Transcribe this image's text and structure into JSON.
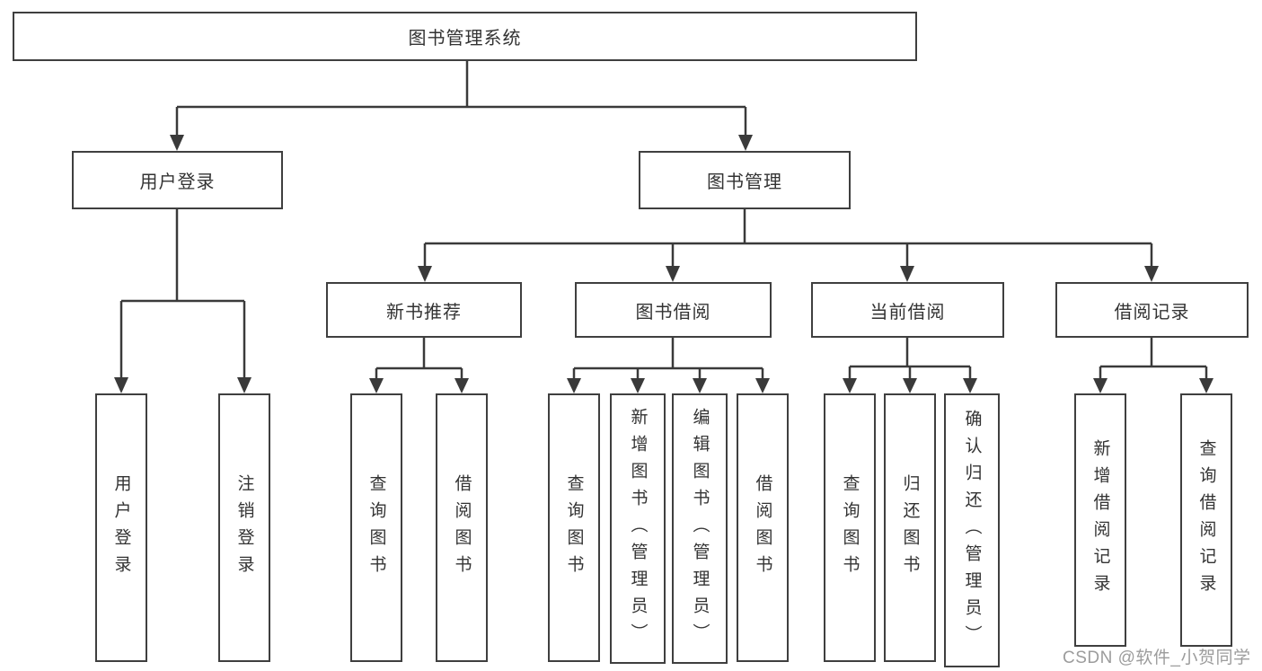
{
  "diagram": {
    "title": "图书管理系统",
    "colors": {
      "line": "#3a3a3a",
      "border": "#3f3f3f",
      "text": "#333333",
      "background": "#ffffff",
      "watermark": "#9c9c9c"
    },
    "watermark": "CSDN @软件_小贺同学"
  },
  "nodes": {
    "root": {
      "label": "图书管理系统"
    },
    "user_login": {
      "label": "用户登录"
    },
    "book_mgmt": {
      "label": "图书管理"
    },
    "new_book_rec": {
      "label": "新书推荐"
    },
    "book_borrow": {
      "label": "图书借阅"
    },
    "current_borrow": {
      "label": "当前借阅"
    },
    "borrow_records": {
      "label": "借阅记录"
    },
    "leaf_user_login": {
      "label": "用户登录"
    },
    "leaf_logout": {
      "label": "注销登录"
    },
    "leaf_query_book_a": {
      "label": "查询图书"
    },
    "leaf_borrow_book_a": {
      "label": "借阅图书"
    },
    "leaf_query_book_b": {
      "label": "查询图书"
    },
    "leaf_add_book": {
      "label": "新增图书（管理员）"
    },
    "leaf_edit_book": {
      "label": "编辑图书（管理员）"
    },
    "leaf_borrow_book_b": {
      "label": "借阅图书"
    },
    "leaf_query_book_c": {
      "label": "查询图书"
    },
    "leaf_return_book": {
      "label": "归还图书"
    },
    "leaf_confirm_return": {
      "label": "确认归还（管理员）"
    },
    "leaf_add_record": {
      "label": "新增借阅记录"
    },
    "leaf_query_record": {
      "label": "查询借阅记录"
    }
  },
  "edges": [
    [
      "root",
      "user_login"
    ],
    [
      "root",
      "book_mgmt"
    ],
    [
      "user_login",
      "leaf_user_login"
    ],
    [
      "user_login",
      "leaf_logout"
    ],
    [
      "book_mgmt",
      "new_book_rec"
    ],
    [
      "book_mgmt",
      "book_borrow"
    ],
    [
      "book_mgmt",
      "current_borrow"
    ],
    [
      "book_mgmt",
      "borrow_records"
    ],
    [
      "new_book_rec",
      "leaf_query_book_a"
    ],
    [
      "new_book_rec",
      "leaf_borrow_book_a"
    ],
    [
      "book_borrow",
      "leaf_query_book_b"
    ],
    [
      "book_borrow",
      "leaf_add_book"
    ],
    [
      "book_borrow",
      "leaf_edit_book"
    ],
    [
      "book_borrow",
      "leaf_borrow_book_b"
    ],
    [
      "current_borrow",
      "leaf_query_book_c"
    ],
    [
      "current_borrow",
      "leaf_return_book"
    ],
    [
      "current_borrow",
      "leaf_confirm_return"
    ],
    [
      "borrow_records",
      "leaf_add_record"
    ],
    [
      "borrow_records",
      "leaf_query_record"
    ]
  ]
}
